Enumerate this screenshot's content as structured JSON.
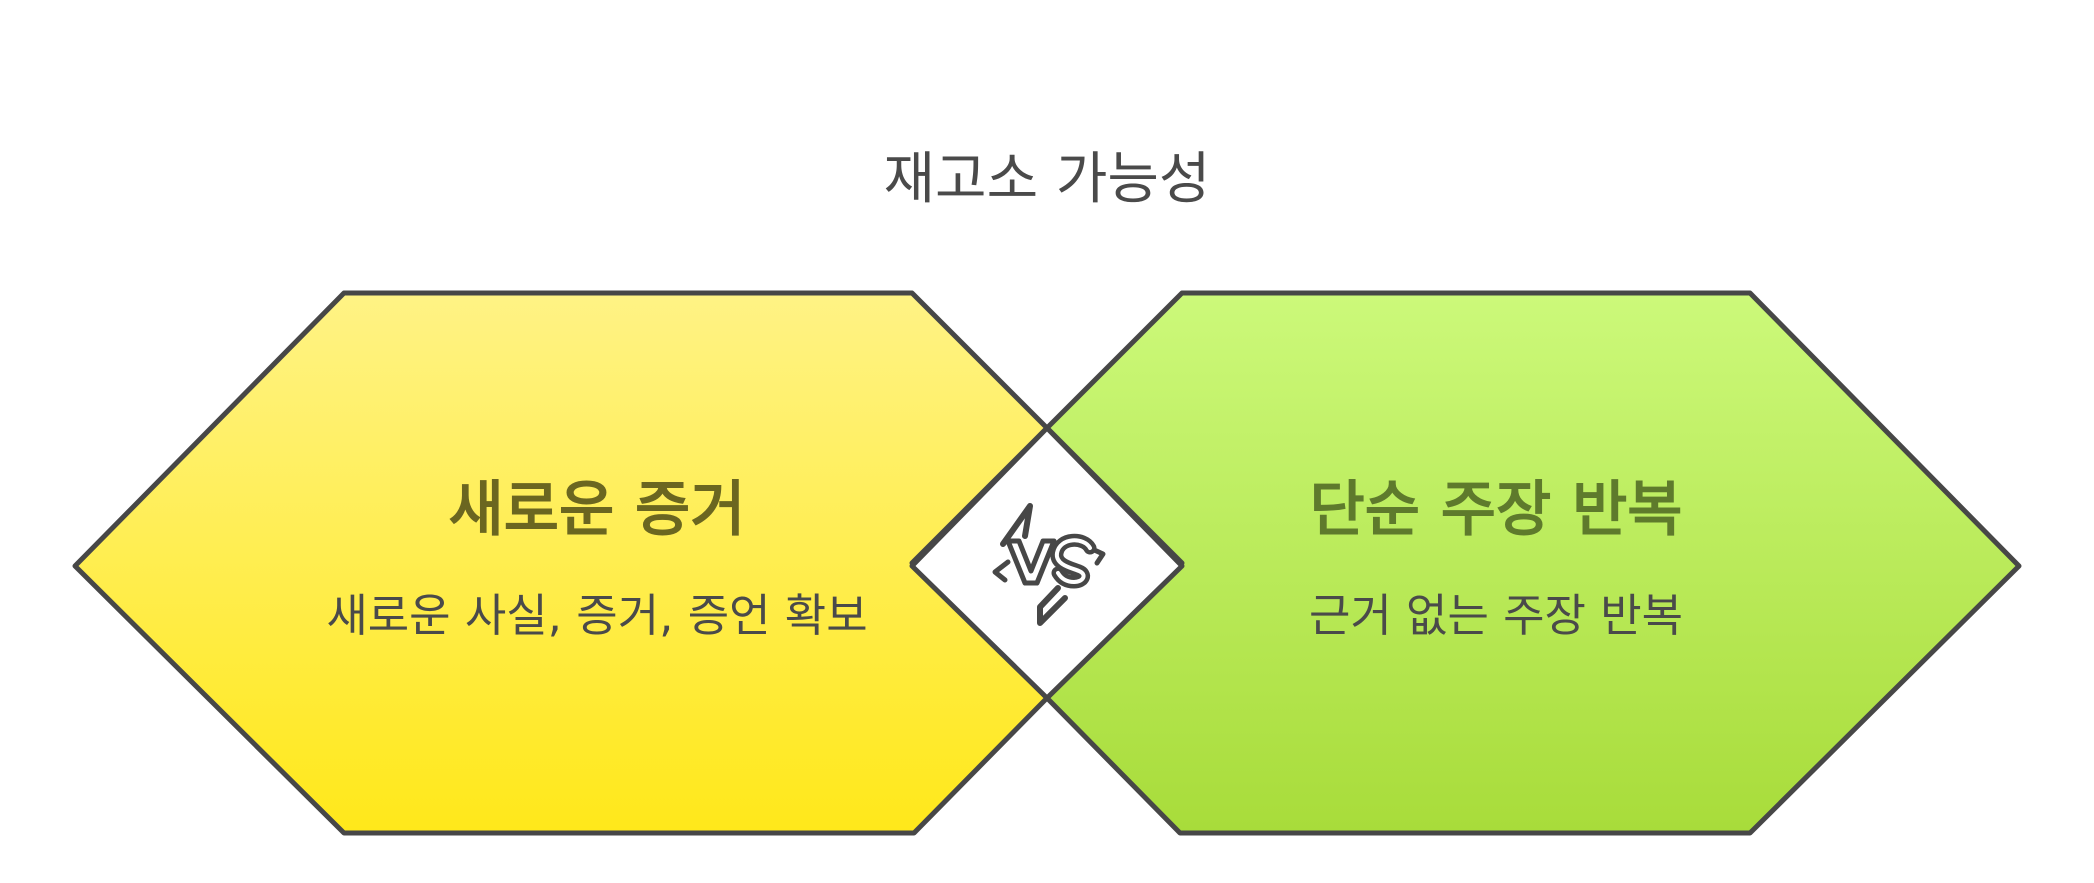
{
  "title": "재고소 가능성",
  "left": {
    "heading": "새로운 증거",
    "description": "새로운 사실, 증거, 증언 확보",
    "fill_top": "#fff385",
    "fill_bottom": "#ffe81a",
    "heading_color": "#6b6620"
  },
  "right": {
    "heading": "단순 주장 반복",
    "description": "근거 없는 주장 반복",
    "fill_top": "#ccf97a",
    "fill_bottom": "#a8dc3a",
    "heading_color": "#5e7a2c"
  },
  "center": {
    "icon": "vs-icon"
  },
  "colors": {
    "outline": "#474747",
    "text": "#4a4a4a"
  }
}
